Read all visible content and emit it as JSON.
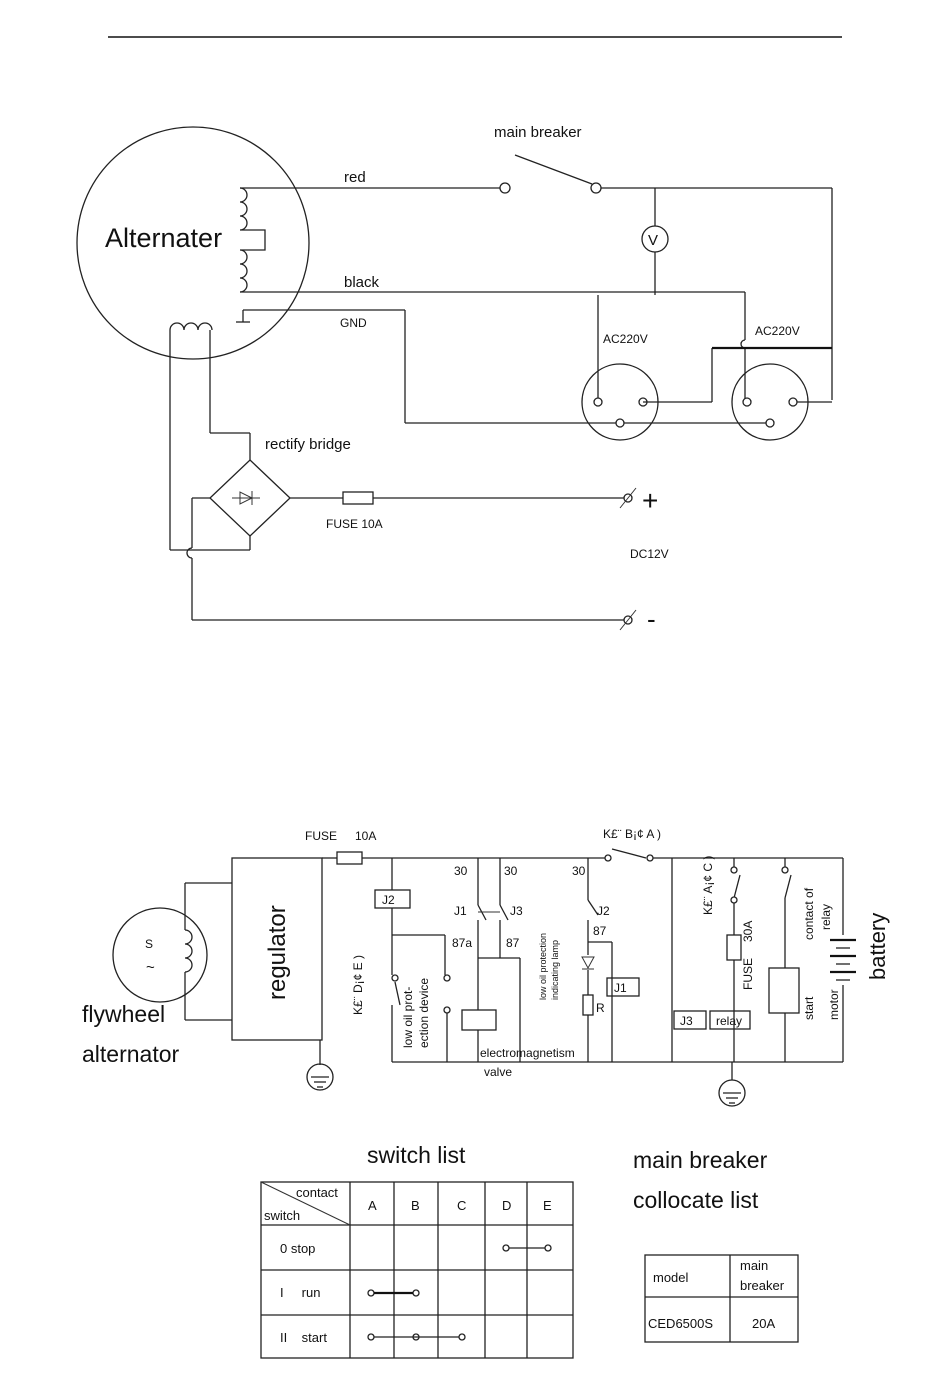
{
  "top_diagram": {
    "alternator_label": "Alternater",
    "main_breaker_label": "main breaker",
    "red_label": "red",
    "black_label": "black",
    "gnd_label": "GND",
    "voltmeter_label": "V",
    "socket1_label": "AC220V",
    "socket2_label": "AC220V",
    "rectify_label": "rectify bridge",
    "fuse_label": "FUSE  10A",
    "plus_label": "+",
    "minus_label": "-",
    "dc_label": "DC12V"
  },
  "bottom_diagram": {
    "fuse_label": "FUSE",
    "fuse_rating": "10A",
    "switch_b_label": "K£¨ B¡¢ A )",
    "switch_a_label": "K£¨ A¡¢ C )",
    "switch_d_label": "K£¨ D¡¢ E )",
    "flywheel_label_1": "flywheel",
    "flywheel_label_2": "alternator",
    "s_label": "S",
    "tilde_label": "~",
    "regulator_label": "regulator",
    "j2_label": "J2",
    "j1_label": "J1",
    "j3_label": "J3",
    "j2b_label": "J2",
    "j1_box_label": "J1",
    "j3_box_label": "J3",
    "relay_label": "relay",
    "t30a": "30",
    "t30b": "30",
    "t30c": "30",
    "t87a": "87a",
    "t87": "87",
    "t87b": "87",
    "r_label": "R",
    "low_oil_1": "low oil prot-",
    "low_oil_2": "ection device",
    "lamp_1": "low oil protection",
    "lamp_2": "indicating lamp",
    "valve_1": "electromagnetism",
    "valve_2": "valve",
    "fuse30_1": "FUSE",
    "fuse30_2": "30A",
    "contact_1": "contact of",
    "contact_2": "relay",
    "start_1": "start",
    "start_2": "motor",
    "battery_label": "battery"
  },
  "switch_list": {
    "title": "switch list",
    "corner_top": "contact",
    "corner_bottom": "switch",
    "columns": [
      "A",
      "B",
      "C",
      "D",
      "E"
    ],
    "rows": [
      "0 stop",
      "I     run",
      "II    start"
    ]
  },
  "breaker_list": {
    "title_1": "main breaker",
    "title_2": "collocate list",
    "header_model": "model",
    "header_breaker_1": "main",
    "header_breaker_2": "breaker",
    "model": "CED6500S",
    "breaker": "20A"
  }
}
